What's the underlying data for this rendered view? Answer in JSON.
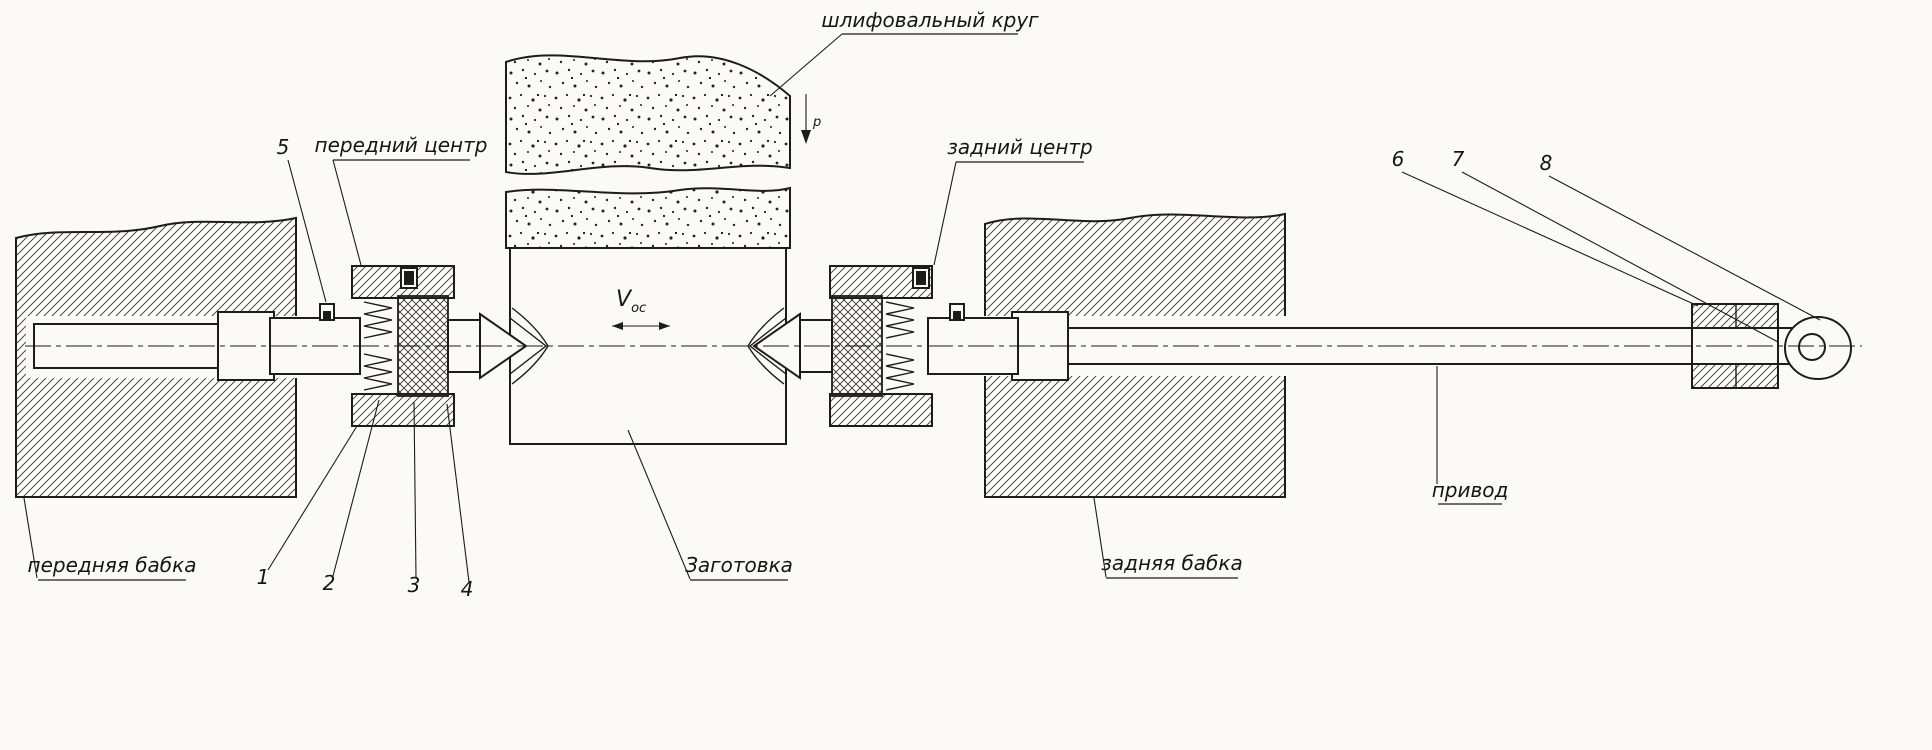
{
  "labels": {
    "grinding_wheel": "шлифовальный круг",
    "front_center": "передний центр",
    "rear_center": "задний центр",
    "headstock": "передняя бабка",
    "workpiece": "Заготовка",
    "tailstock": "задняя бабка",
    "drive": "привод"
  },
  "velocity": {
    "axial_symbol": "V",
    "axial_sub": "ос",
    "infeed_sub": "р"
  },
  "numbers": {
    "n1": "1",
    "n2": "2",
    "n3": "3",
    "n4": "4",
    "n5": "5",
    "n6": "6",
    "n7": "7",
    "n8": "8"
  },
  "colors": {
    "ink": "#1c1c1c",
    "paper": "#fbfaf7"
  }
}
